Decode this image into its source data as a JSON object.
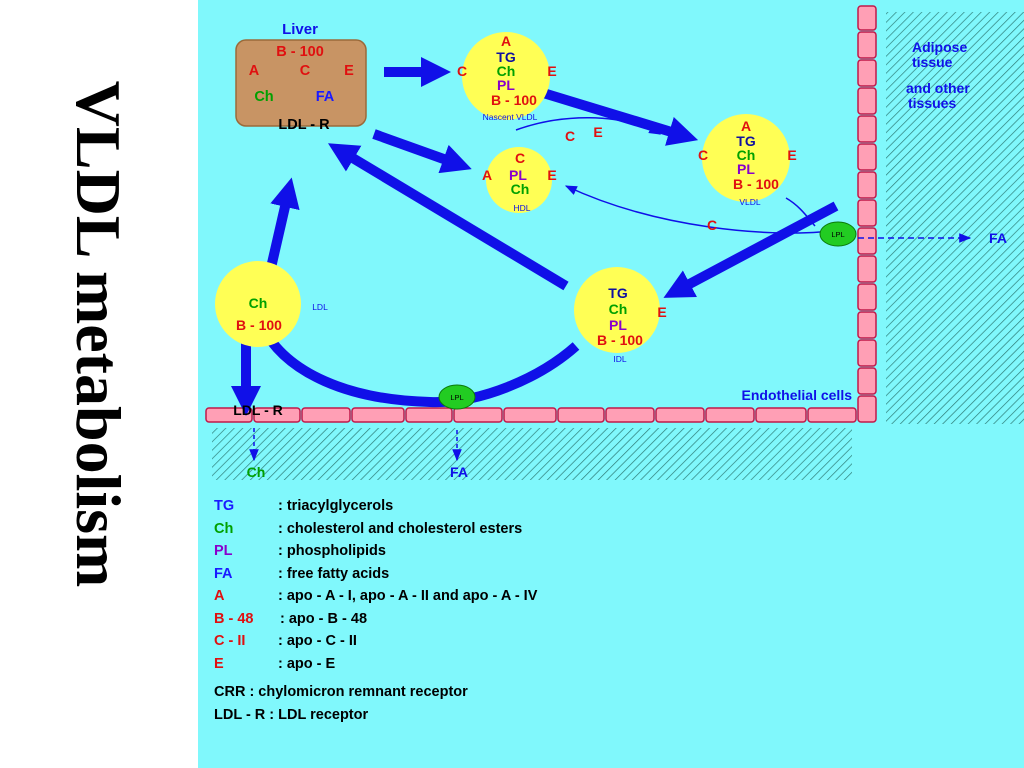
{
  "page": {
    "title": "VLDL metabolism"
  },
  "labels": {
    "liver": "Liver",
    "adipose_line1": "Adipose",
    "adipose_line2": "tissue",
    "adipose_line3": "and other",
    "adipose_line4": "tissues",
    "endothelial": "Endothelial cells",
    "ldl_r": "LDL - R",
    "ldl_r_bottom": "LDL - R",
    "fa_right": "FA",
    "fa_bottom": "FA",
    "ch_bottom": "Ch",
    "c_arrow": "C",
    "e_arrow": "E",
    "c_lower_arrow": "C",
    "lpl": "LPL"
  },
  "liver_box": {
    "b100": "B - 100",
    "a": "A",
    "c": "C",
    "e": "E",
    "ch": "Ch",
    "fa": "FA"
  },
  "nascent_vldl": {
    "a": "A",
    "tg": "TG",
    "ch": "Ch",
    "pl": "PL",
    "c": "C",
    "e": "E",
    "b100": "B - 100",
    "caption": "Nascent VLDL"
  },
  "vldl": {
    "a": "A",
    "tg": "TG",
    "ch": "Ch",
    "pl": "PL",
    "c": "C",
    "e": "E",
    "b100": "B - 100",
    "caption": "VLDL"
  },
  "hdl": {
    "c": "C",
    "a": "A",
    "pl": "PL",
    "e": "E",
    "ch": "Ch",
    "caption": "HDL"
  },
  "idl": {
    "tg": "TG",
    "ch": "Ch",
    "pl": "PL",
    "e": "E",
    "b100": "B - 100",
    "caption": "IDL"
  },
  "ldl": {
    "ch": "Ch",
    "b100": "B - 100",
    "caption": "LDL"
  },
  "legend": [
    {
      "abbr": "TG",
      "color": "#1a1aff",
      "def": ": triacylglycerols"
    },
    {
      "abbr": "Ch",
      "color": "#00a000",
      "def": ": cholesterol and cholesterol esters"
    },
    {
      "abbr": "PL",
      "color": "#8800cc",
      "def": ": phospholipids"
    },
    {
      "abbr": "FA",
      "color": "#1a1aff",
      "def": ": free fatty acids"
    },
    {
      "abbr": "A",
      "color": "#e01010",
      "def": ": apo - A - I, apo - A - II and apo - A - IV"
    },
    {
      "abbr": "B - 48",
      "color": "#e01010",
      "def": ": apo - B - 48"
    },
    {
      "abbr": "C - II",
      "color": "#e01010",
      "def": ": apo - C - II"
    },
    {
      "abbr": "E",
      "color": "#e01010",
      "def": ": apo - E"
    }
  ],
  "legend_extra": [
    {
      "text": "CRR : chylomicron remnant receptor"
    },
    {
      "text": "LDL - R : LDL receptor"
    }
  ],
  "colors": {
    "panel_bg": "#80f8fc",
    "arrow_blue": "#1010e8",
    "lipoprotein_yellow": "#ffff55",
    "liver_brown": "#c89464",
    "cell_pink": "#ff9fb5",
    "lpl_green": "#22cc22",
    "apo_red": "#e01010",
    "ch_green": "#00a000",
    "tg_blue": "#1a1aff"
  }
}
